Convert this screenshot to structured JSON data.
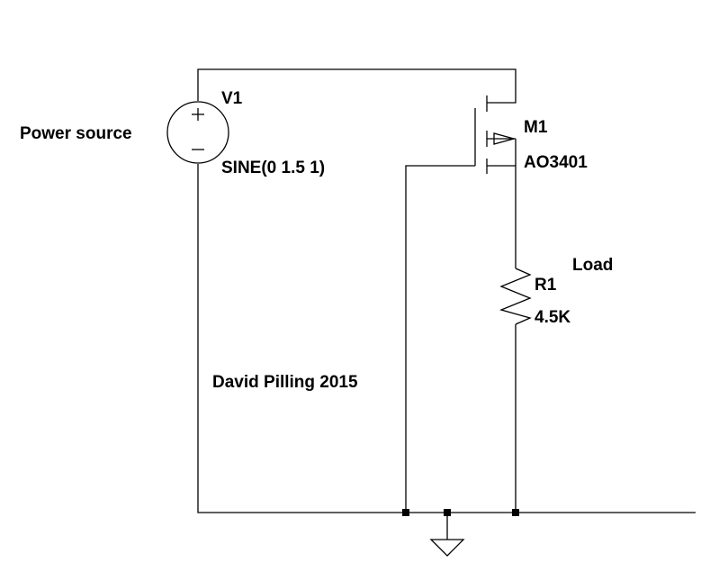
{
  "source": {
    "ref": "V1",
    "value": "SINE(0 1.5 1)",
    "annotation": "Power source",
    "plus_symbol": "+",
    "minus_symbol": "−"
  },
  "mosfet": {
    "ref": "M1",
    "model": "AO3401"
  },
  "load": {
    "ref": "R1",
    "value": "4.5K",
    "annotation": "Load"
  },
  "credit": "David Pilling 2015",
  "colors": {
    "wire": "#000000",
    "background": "#ffffff"
  }
}
